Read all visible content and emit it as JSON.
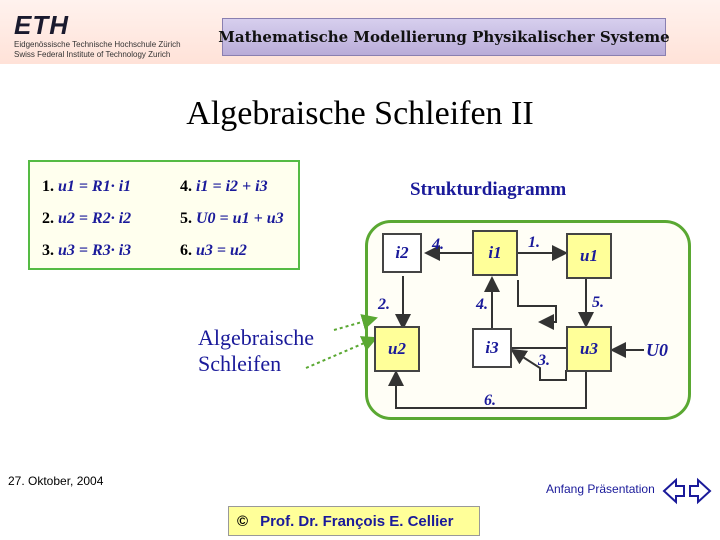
{
  "header": {
    "logo": "ETH",
    "institution_de": "Eidgenössische Technische Hochschule Zürich",
    "institution_en": "Swiss Federal Institute of Technology Zurich",
    "course_title": "Mathematische Modellierung Physikalischer Systeme"
  },
  "slide_title": "Algebraische Schleifen II",
  "equations": {
    "e1_num": "1.",
    "e1": "u1 = R1· i1",
    "e2_num": "2.",
    "e2": "u2 = R2· i2",
    "e3_num": "3.",
    "e3": "u3 = R3· i3",
    "e4_num": "4.",
    "e4": "i1 = i2 + i3",
    "e5_num": "5.",
    "e5": "U0 = u1 + u3",
    "e6_num": "6.",
    "e6": "u3 = u2"
  },
  "diagram": {
    "title": "Strukturdiagramm",
    "nodes": {
      "top_left": "i2",
      "top_mid": "i1",
      "top_right": "u1",
      "bot_left": "u2",
      "bot_mid": "i3",
      "bot_right": "u3"
    },
    "steps": {
      "s4a": "4.",
      "s1": "1.",
      "s2": "2.",
      "s4b": "4.",
      "s5": "5.",
      "s3": "3.",
      "s6": "6."
    },
    "source": "U0"
  },
  "annotation": "Algebraische Schleifen",
  "footer": {
    "date": "27. Oktober, 2004",
    "copyright_symbol": "©",
    "author": "Prof. Dr. François E. Cellier",
    "link_label": "Anfang Präsentation"
  },
  "colors": {
    "accent_green": "#55bb44",
    "text_blue": "#1a1a9a",
    "node_yellow": "#ffff99"
  }
}
